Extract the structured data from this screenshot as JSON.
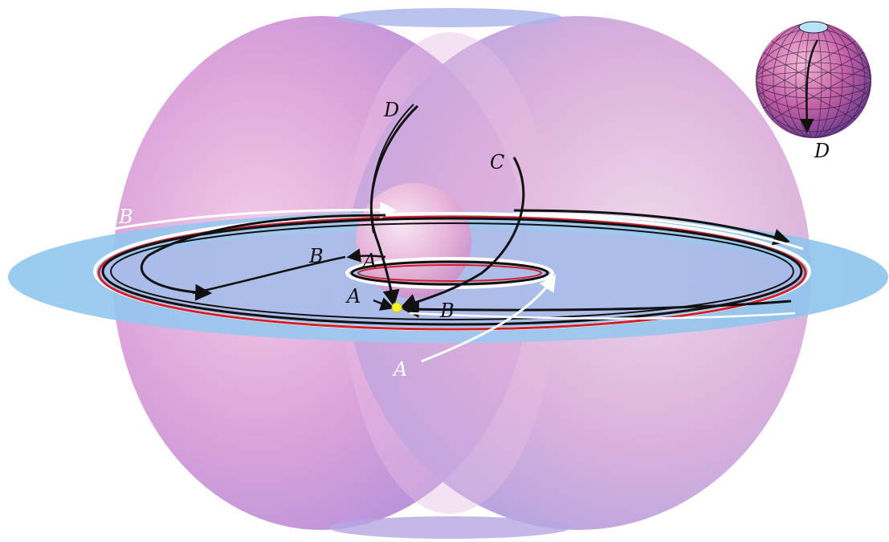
{
  "labels": {
    "D_top": "D",
    "C": "C",
    "B_left_outer": "B",
    "B_inner": "B",
    "A_inner_top": "A",
    "A_inner_mid": "A",
    "B_mid": "B",
    "A_bottom": "A",
    "D_inset": "D"
  },
  "colors": {
    "torus_pink": "#e9a8d4",
    "torus_blue": "#a8b8f0",
    "equatorial_disk": "#8ec6ee",
    "trajectory_black": "#111111",
    "trajectory_white": "#ffffff",
    "trajectory_red": "#d0202a",
    "fixed_point": "#f2f230"
  },
  "icons": {
    "fixed_point": "yellow-dot",
    "inset": "meshed-sphere"
  }
}
